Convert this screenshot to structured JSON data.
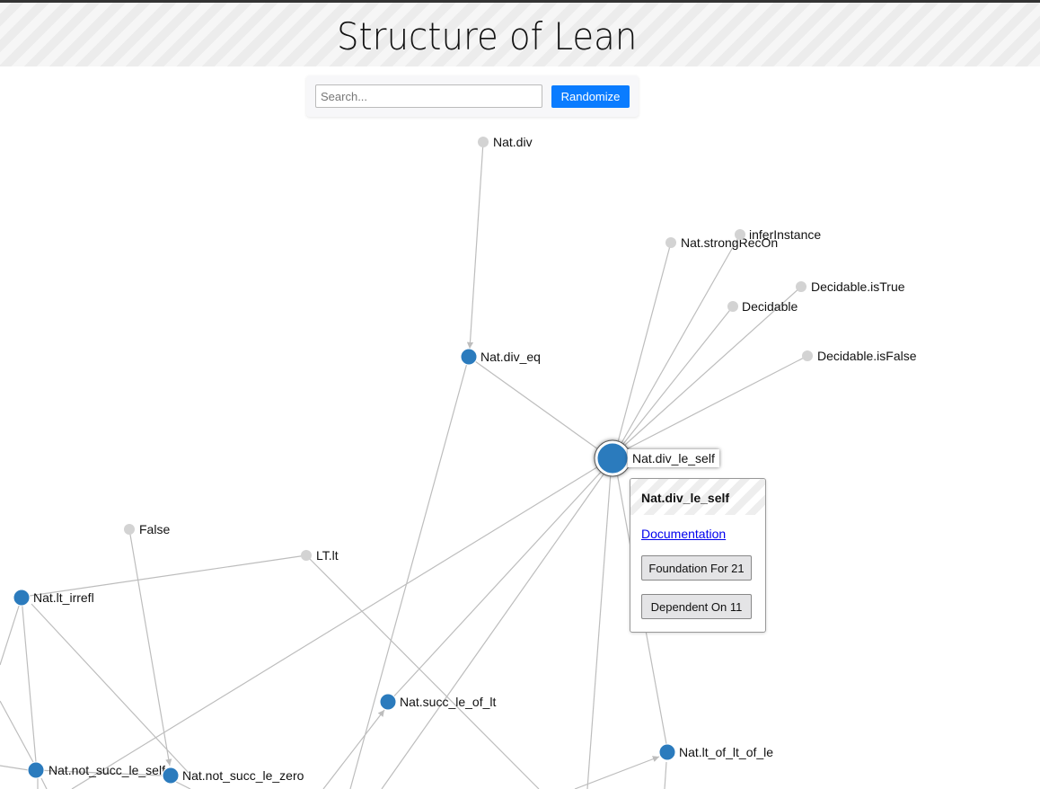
{
  "header": {
    "title": "Structure of Lean"
  },
  "search": {
    "placeholder": "Search...",
    "value": "",
    "randomize_label": "Randomize"
  },
  "graph": {
    "colors": {
      "grey_node": "#d3d3d3",
      "blue_node": "#2b7bbd",
      "edge": "#bdbdbd"
    },
    "nodes": {
      "nat_div": "Nat.div",
      "nat_strong_rec_on": "Nat.strongRecOn",
      "infer_instance": "inferInstance",
      "decidable_is_true": "Decidable.isTrue",
      "decidable": "Decidable",
      "decidable_is_false": "Decidable.isFalse",
      "nat_div_eq": "Nat.div_eq",
      "nat_div_le_self": "Nat.div_le_self",
      "false": "False",
      "lt_lt": "LT.lt",
      "nat_lt_irrefl": "Nat.lt_irrefl",
      "nat_succ_le_of_lt": "Nat.succ_le_of_lt",
      "nat_lt_of_lt_of_le": "Nat.lt_of_lt_of_le",
      "nat_not_succ_le_self": "Nat.not_succ_le_self",
      "nat_not_succ_le_zero": "Nat.not_succ_le_zero"
    }
  },
  "tooltip": {
    "title": "Nat.div_le_self",
    "documentation_label": "Documentation",
    "foundation_label": "Foundation For 21",
    "dependent_label": "Dependent On 11"
  }
}
